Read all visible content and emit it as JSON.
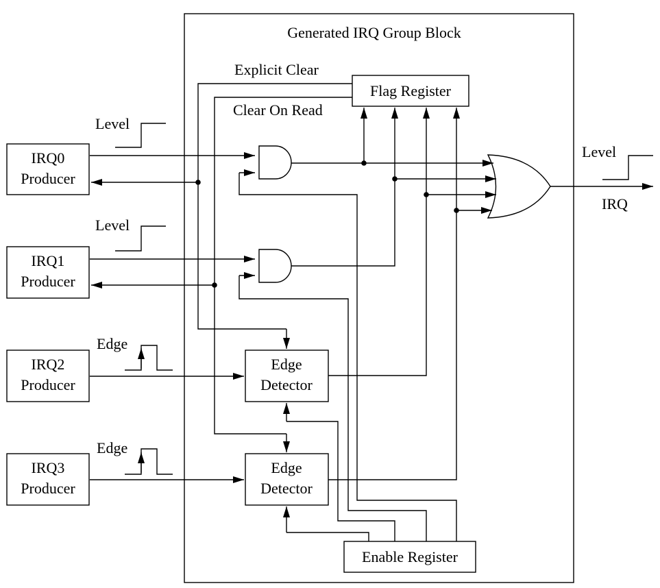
{
  "group_block": {
    "title": "Generated IRQ Group Block"
  },
  "producers": [
    {
      "id": "irq0",
      "line1": "IRQ0",
      "line2": "Producer",
      "signal": "Level"
    },
    {
      "id": "irq1",
      "line1": "IRQ1",
      "line2": "Producer",
      "signal": "Level"
    },
    {
      "id": "irq2",
      "line1": "IRQ2",
      "line2": "Producer",
      "signal": "Edge"
    },
    {
      "id": "irq3",
      "line1": "IRQ3",
      "line2": "Producer",
      "signal": "Edge"
    }
  ],
  "blocks": {
    "flag_register": "Flag Register",
    "enable_register": "Enable Register",
    "edge_detector_line1": "Edge",
    "edge_detector_line2": "Detector"
  },
  "wire_labels": {
    "explicit_clear": "Explicit Clear",
    "clear_on_read": "Clear On Read"
  },
  "output": {
    "signal": "Level",
    "name": "IRQ"
  }
}
